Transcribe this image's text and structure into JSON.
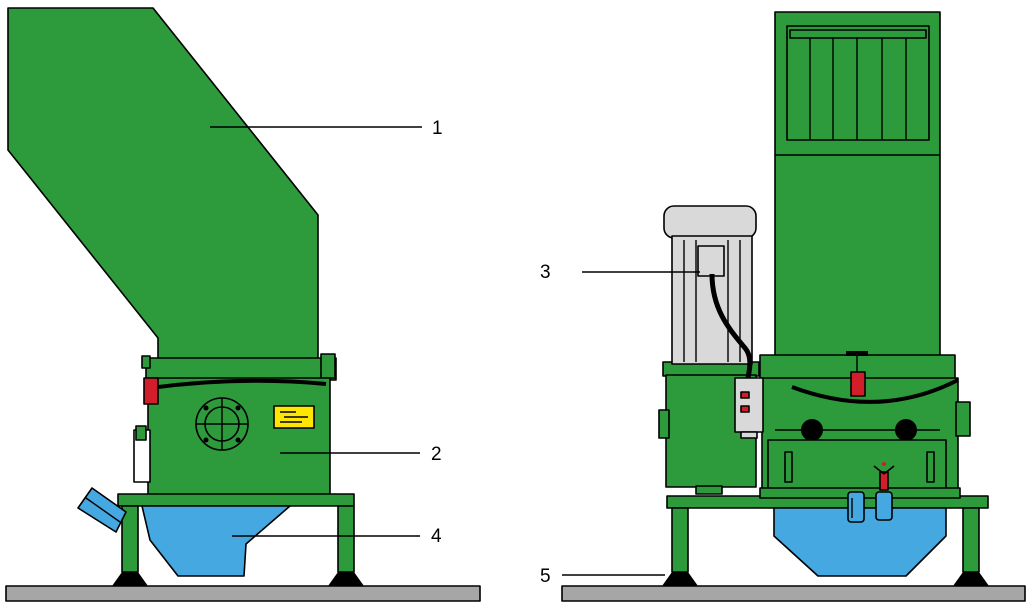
{
  "callouts": [
    {
      "id": "1",
      "text": "1"
    },
    {
      "id": "2",
      "text": "2"
    },
    {
      "id": "3",
      "text": "3"
    },
    {
      "id": "4",
      "text": "4"
    },
    {
      "id": "5",
      "text": "5"
    }
  ],
  "colors": {
    "machine_green": "#2d9a3c",
    "hopper_blue": "#45a8e0",
    "motor_grey": "#d9d9d9",
    "floor_grey": "#a6a6a6",
    "handle_red": "#d11e2a",
    "plate_yellow": "#ffe600",
    "outline": "#000000"
  }
}
